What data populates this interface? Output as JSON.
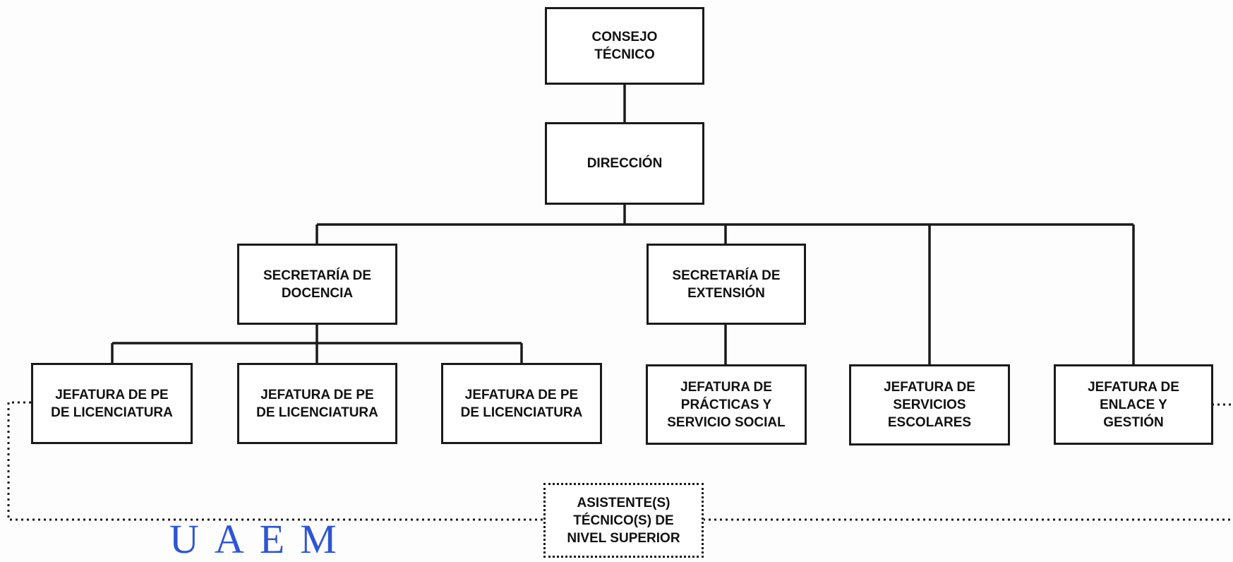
{
  "org_chart": {
    "consejo": "CONSEJO\nTÉCNICO",
    "direccion": "DIRECCIÓN",
    "sec_docencia": "SECRETARÍA DE\nDOCENCIA",
    "sec_extension": "SECRETARÍA DE\nEXTENSIÓN",
    "jef_pe_1": "JEFATURA DE PE\nDE LICENCIATURA",
    "jef_pe_2": "JEFATURA DE PE\nDE LICENCIATURA",
    "jef_pe_3": "JEFATURA DE PE\nDE LICENCIATURA",
    "jef_practicas": "JEFATURA DE\nPRÁCTICAS Y\nSERVICIO SOCIAL",
    "jef_servicios": "JEFATURA DE\nSERVICIOS\nESCOLARES",
    "jef_enlace": "JEFATURA DE\nENLACE Y\nGESTIÓN",
    "asistentes": "ASISTENTE(S)\nTÉCNICO(S) DE\nNIVEL SUPERIOR"
  },
  "watermark": "UAEM",
  "colors": {
    "line": "#1a1a1a",
    "watermark": "#2f55d4"
  }
}
